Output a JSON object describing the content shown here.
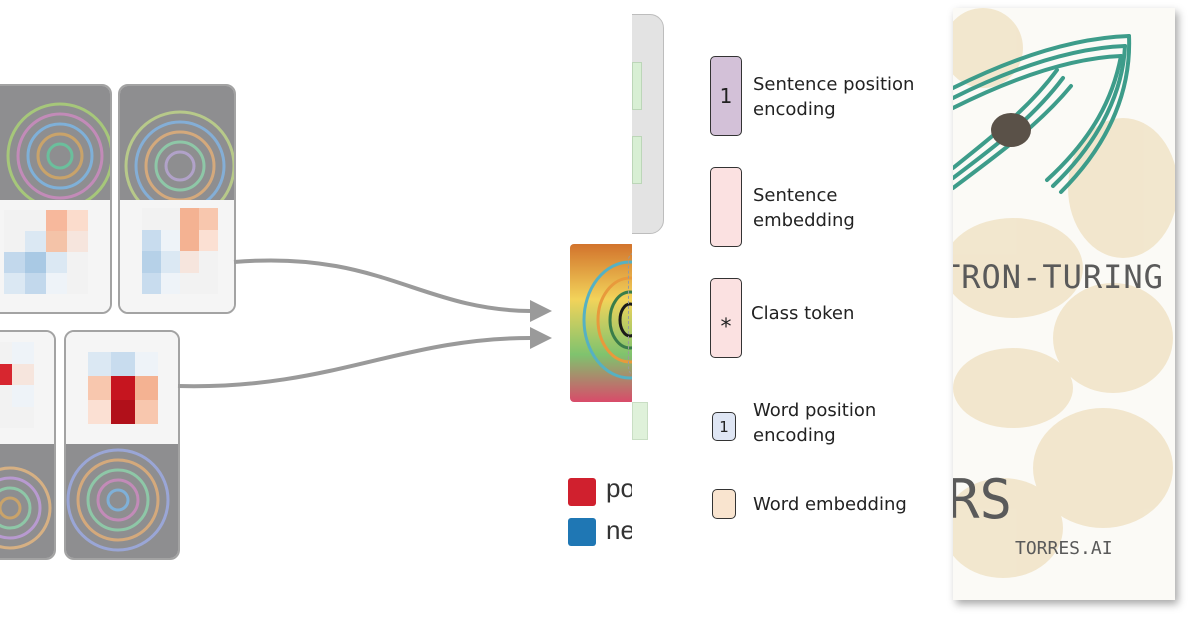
{
  "left_panel": {
    "legend": [
      {
        "text": "po",
        "color": "#d0202e"
      },
      {
        "text": "ne",
        "color": "#1f77b4"
      }
    ]
  },
  "legend_panel": {
    "items": [
      {
        "glyph": "1",
        "label": "Sentence position encoding",
        "line1": "Sentence position",
        "line2": "encoding",
        "fill": "#d3c1d8"
      },
      {
        "glyph": "",
        "label": "Sentence embedding",
        "line1": "Sentence",
        "line2": "embedding",
        "fill": "#fbe1e1"
      },
      {
        "glyph": "*",
        "label": "Class token",
        "line1": "Class token",
        "line2": "",
        "fill": "#fbe1e1"
      },
      {
        "glyph": "1",
        "label": "Word position encoding",
        "line1": "Word position",
        "line2": "encoding",
        "fill": "#dfe6f4"
      },
      {
        "glyph": "",
        "label": "Word embedding",
        "line1": "Word embedding",
        "line2": "",
        "fill": "#f9e4cf"
      }
    ]
  },
  "right_panel": {
    "title_fragment": "TRON-TURING",
    "word_fragment": "RS",
    "signature": "TORRES.AI",
    "colors": {
      "arrow": "#3d9c8a",
      "dot": "#5a5148",
      "paper": "#fbfaf6",
      "wash": "#f0e2c4"
    }
  }
}
